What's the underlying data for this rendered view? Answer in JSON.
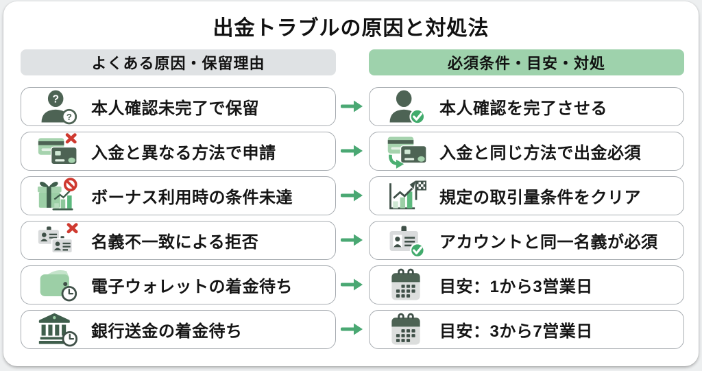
{
  "title": "出金トラブルの原因と対処法",
  "columns": {
    "causes": {
      "header": "よくある原因・保留理由"
    },
    "actions": {
      "header": "必須条件・目安・対処"
    }
  },
  "arrow": {
    "glyph": "→",
    "icon": "arrow-right-icon"
  },
  "rows": [
    {
      "cause": {
        "icon": "user-question-icon",
        "label": "本人確認未完了で保留"
      },
      "action": {
        "icon": "user-check-icon",
        "label": "本人確認を完了させる"
      }
    },
    {
      "cause": {
        "icon": "credit-cards-x-icon",
        "label": "入金と異なる方法で申請"
      },
      "action": {
        "icon": "credit-cards-transfer-icon",
        "label": "入金と同じ方法で出金必須"
      }
    },
    {
      "cause": {
        "icon": "gift-chart-blocked-icon",
        "label": "ボーナス利用時の条件未達"
      },
      "action": {
        "icon": "chart-goal-flag-icon",
        "label": "規定の取引量条件をクリア"
      }
    },
    {
      "cause": {
        "icon": "id-cards-x-icon",
        "label": "名義不一致による拒否"
      },
      "action": {
        "icon": "id-card-check-icon",
        "label": "アカウントと同一名義が必須"
      }
    },
    {
      "cause": {
        "icon": "wallet-clock-icon",
        "label": "電子ウォレットの着金待ち"
      },
      "action": {
        "icon": "calendar-icon",
        "label": "目安：1から3営業日"
      }
    },
    {
      "cause": {
        "icon": "bank-clock-icon",
        "label": "銀行送金の着金待ち"
      },
      "action": {
        "icon": "calendar-icon",
        "label": "目安：3から7営業日"
      }
    }
  ],
  "colors": {
    "header_causes_bg": "#dfe2e4",
    "header_actions_bg": "#9ed2ac",
    "arrow_green": "#4aa873",
    "icon_dark_green": "#4d6354",
    "icon_light_green": "#9ccfa6",
    "badge_green": "#41ab6c",
    "alert_red": "#cf3a30",
    "box_border": "#a6abb0"
  }
}
